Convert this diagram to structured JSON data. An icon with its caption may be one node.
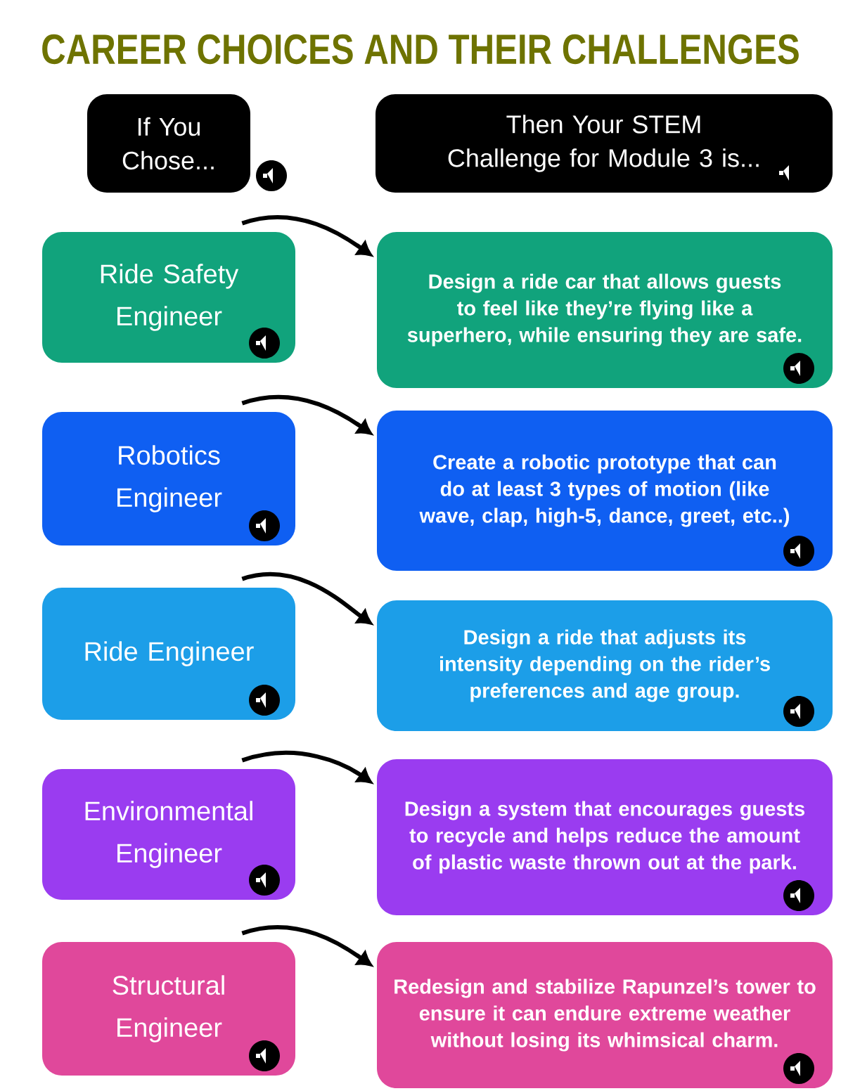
{
  "diagram": {
    "title": "CAREER CHOICES AND THEIR CHALLENGES",
    "nodes": [
      {
        "text": [
          "If You Chose..."
        ]
      },
      {
        "text": [
          "Then Your STEM Challenge for Module 3 is..."
        ]
      },
      {
        "text": [
          "Ride Safety Engineer"
        ]
      },
      {
        "text": [
          "Design a ride car that allows guests to feel like they’re flying like a superhero, while ensuring they are safe."
        ]
      },
      {
        "text": [
          "Robotics Engineer"
        ]
      },
      {
        "text": [
          "Create a robotic prototype that can do at least 3 types of motion (like wave, clap, high-5, dance, greet, etc..)"
        ]
      },
      {
        "text": [
          "Ride Engineer"
        ]
      },
      {
        "text": [
          "Design a ride that adjusts its intensity depending on the rider’s preferences and age group."
        ]
      },
      {
        "text": [
          "Environmental Engineer"
        ]
      },
      {
        "text": [
          "Design a system that encourages guests to recycle and helps reduce the amount of plastic waste thrown out at the park."
        ]
      },
      {
        "text": [
          "Structural Engineer"
        ]
      },
      {
        "text": [
          "Redesign and stabilize Rapunzel’s tower to ensure it can endure extreme weather without losing its whimsical charm."
        ]
      }
    ],
    "edges": [
      {
        "from": 2,
        "to": 3,
        "arrow": "to"
      },
      {
        "from": 4,
        "to": 5,
        "arrow": "to"
      },
      {
        "from": 6,
        "to": 7,
        "arrow": "to"
      },
      {
        "from": 8,
        "to": 9,
        "arrow": "to"
      },
      {
        "from": 10,
        "to": 11,
        "arrow": "to"
      }
    ]
  }
}
